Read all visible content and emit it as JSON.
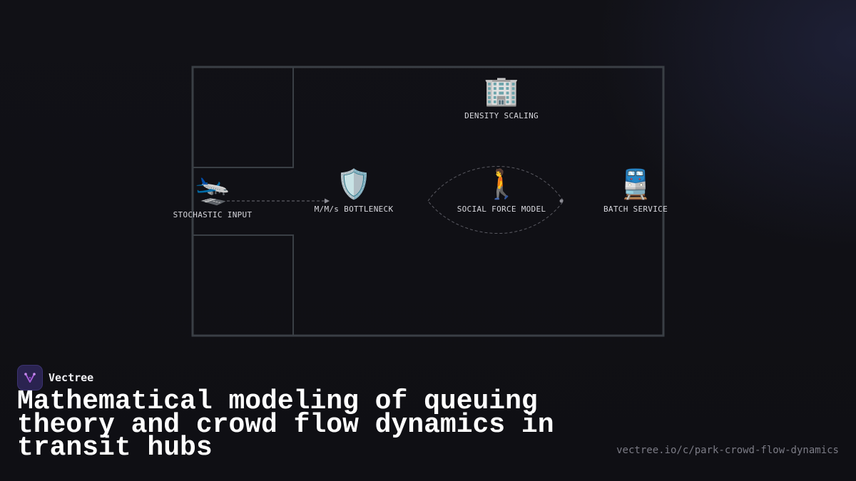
{
  "diagram": {
    "nodes": [
      {
        "id": "input",
        "label": "STOCHASTIC INPUT",
        "icon": "airplane-arriving-icon",
        "glyph": "🛬"
      },
      {
        "id": "bottleneck",
        "label": "M/M/s BOTTLENECK",
        "icon": "shield-icon",
        "glyph": "🛡️"
      },
      {
        "id": "density",
        "label": "DENSITY SCALING",
        "icon": "office-building-icon",
        "glyph": "🏢"
      },
      {
        "id": "social",
        "label": "SOCIAL FORCE MODEL",
        "icon": "person-walking-icon",
        "glyph": "🚶"
      },
      {
        "id": "batch",
        "label": "BATCH SERVICE",
        "icon": "train-icon",
        "glyph": "🚆"
      }
    ]
  },
  "brand": {
    "name": "Vectree",
    "logo_color": "#2a2350"
  },
  "headline": "Mathematical modeling of queuing theory and crowd flow dynamics in transit hubs",
  "url": "vectree.io/c/park-crowd-flow-dynamics",
  "colors": {
    "background": "#0f0f14",
    "wall": "#3a3f45",
    "accent": "#a35bd6"
  }
}
